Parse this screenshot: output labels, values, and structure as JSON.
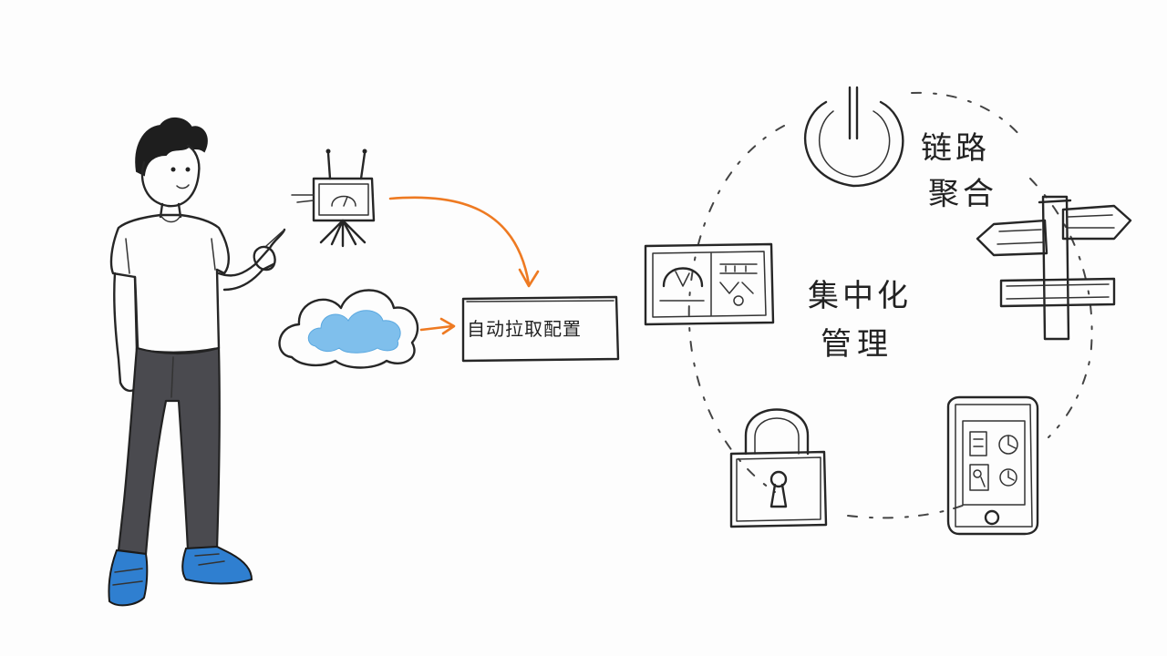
{
  "flow": {
    "config_box_label": "自动拉取配置"
  },
  "cycle": {
    "center_label_line1": "集中化",
    "center_label_line2": "管理",
    "link_agg_line1": "链路",
    "link_agg_line2": "聚合"
  },
  "icons": [
    "person-figure",
    "network-device-icon",
    "cloud-icon",
    "dashboard-panel-icon",
    "power-icon",
    "signpost-icon",
    "padlock-icon",
    "smartphone-icon"
  ],
  "colors": {
    "arrow": "#ee7a22",
    "cloud_fill": "#7fbfec",
    "shoes": "#2f7fd0",
    "pants": "#4a4a4f"
  }
}
